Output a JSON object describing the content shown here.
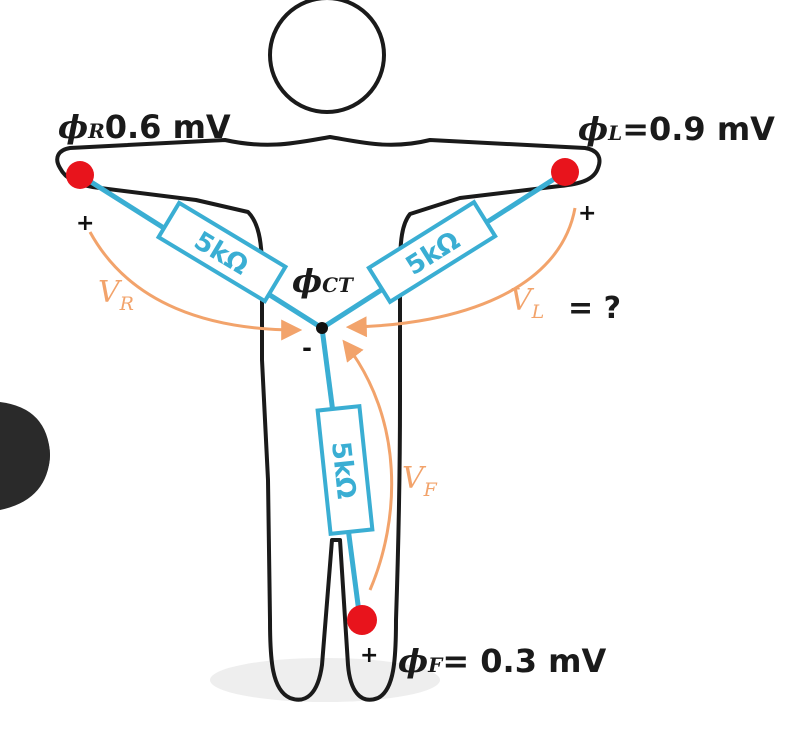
{
  "potentials": {
    "right": {
      "symbol": "ϕ",
      "subscript": "R",
      "value": "0.6 mV"
    },
    "left": {
      "symbol": "ϕ",
      "subscript": "L",
      "value": "=0.9 mV"
    },
    "foot": {
      "symbol": "ϕ",
      "subscript": "F",
      "value": "= 0.3 mV"
    },
    "center": {
      "symbol": "ϕ",
      "subscript": "CT"
    }
  },
  "resistors": {
    "right": "5kΩ",
    "left": "5kΩ",
    "foot": "5kΩ"
  },
  "voltages": {
    "right": {
      "symbol": "V",
      "subscript": "R"
    },
    "left": {
      "symbol": "V",
      "subscript": "L",
      "suffix": "= ?"
    },
    "foot": {
      "symbol": "V",
      "subscript": "F"
    }
  },
  "signs": {
    "plus": "+",
    "minus": "-"
  },
  "colors": {
    "body_outline": "#1a1a1a",
    "wire": "#3aaed3",
    "electrode": "#e8141c",
    "arrow": "#f2a36b"
  }
}
